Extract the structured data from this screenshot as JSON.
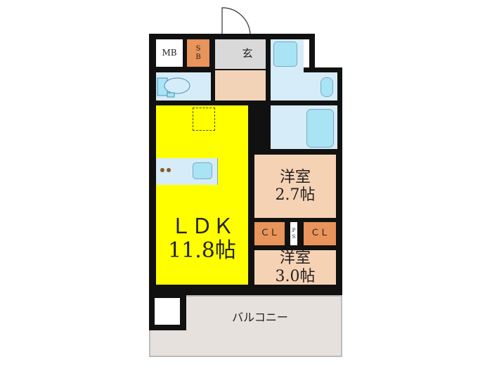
{
  "rooms": {
    "mb": "MB",
    "sb": "S\nB",
    "entrance": "玄",
    "ldk_name": "ＬＤＫ",
    "ldk_size": "11.8帖",
    "room1_name": "洋室",
    "room1_size": "2.7帖",
    "room2_name": "洋室",
    "room2_size": "3.0帖",
    "cl1": "ＣＬ",
    "cl2": "ＣＬ",
    "ps": "P\nS",
    "balcony": "バルコニー"
  },
  "colors": {
    "ldk": "#ffff00",
    "western_room": "#f6d2b4",
    "storage": "#e8945a",
    "wet_area": "#d6ecf8",
    "fixture": "#a8e4f4",
    "entrance": "#d9d9d9",
    "balcony": "#e6e1dd",
    "wall": "#111111"
  }
}
